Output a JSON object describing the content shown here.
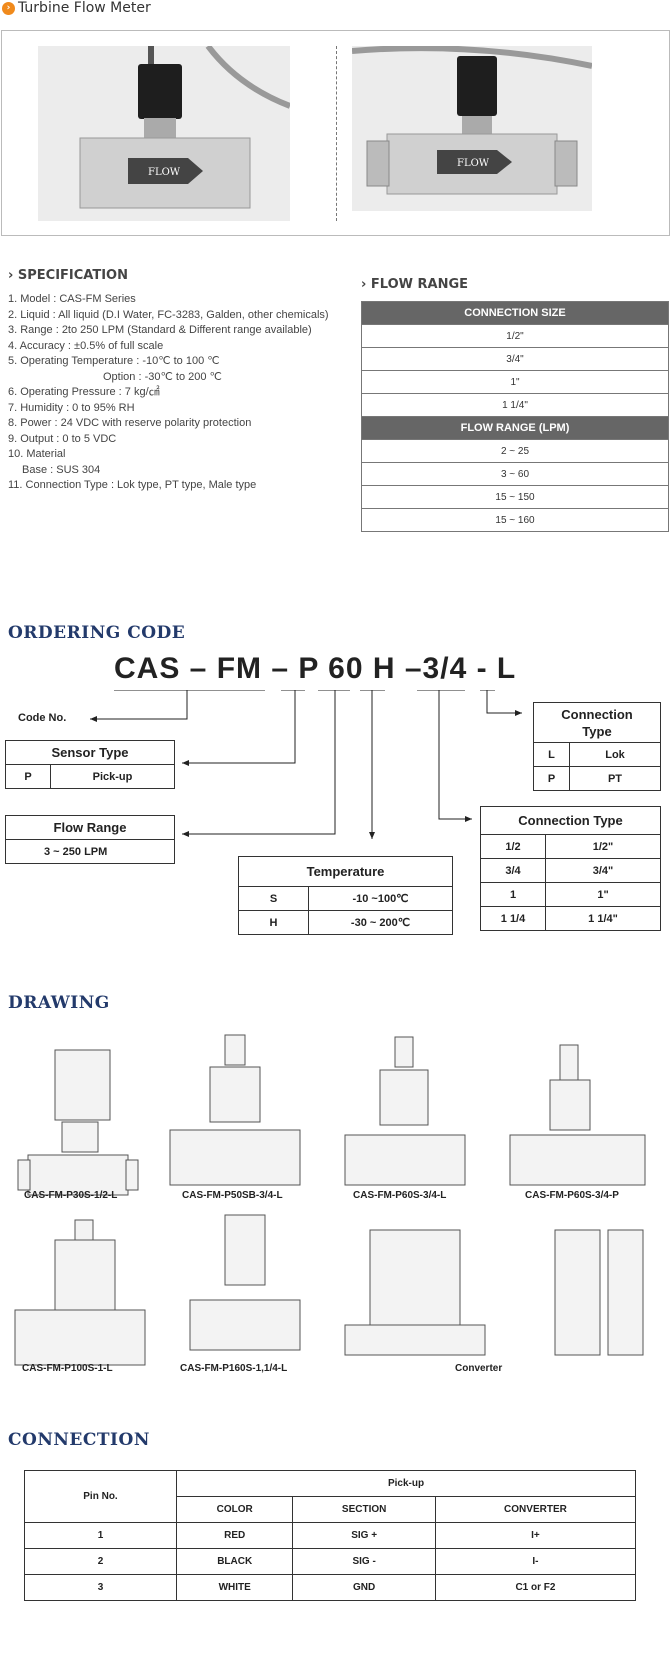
{
  "header": {
    "icon": "chevron-right-icon",
    "title": "Turbine Flow Meter"
  },
  "photos": {
    "label_left": "FLOW",
    "label_right": "FLOW"
  },
  "specification": {
    "title": "SPECIFICATION",
    "lines": [
      "1. Model : CAS-FM Series",
      "2. Liquid  : All liquid (D.I Water, FC-3283, Galden, other chemicals)",
      "3. Range : 2to 250 LPM (Standard & Different range available)",
      "4. Accuracy : ±0.5% of full scale",
      "5. Operating Temperature : -10℃ to 100 ℃",
      "Option : -30℃ to 200 ℃",
      "6. Operating Pressure : 7 kg/㎠",
      "7. Humidity : 0 to 95% RH",
      "8. Power : 24 VDC with reserve polarity protection",
      "9. Output : 0 to 5 VDC",
      "10. Material",
      "Base : SUS 304",
      "11. Connection Type : Lok type, PT type, Male type"
    ]
  },
  "flow_range": {
    "title": "FLOW RANGE",
    "connection_header": "CONNECTION SIZE",
    "connection_sizes": [
      "1/2\"",
      "3/4\"",
      "1\"",
      "1 1/4\""
    ],
    "range_header": "FLOW RANGE (LPM)",
    "ranges": [
      "2 ~ 25",
      "3 ~ 60",
      "15 ~ 150",
      "15 ~ 160"
    ]
  },
  "ordering": {
    "title": "ORDERING CODE",
    "code": "CAS – FM – P 60 H –3/4 - L",
    "code_no_label": "Code No.",
    "sensor_type": {
      "title": "Sensor Type",
      "rows": [
        [
          "P",
          "Pick-up"
        ]
      ]
    },
    "flow_range": {
      "title": "Flow Range",
      "value": "3 ~ 250 LPM"
    },
    "temperature": {
      "title": "Temperature",
      "rows": [
        [
          "S",
          "-10 ~100℃"
        ],
        [
          "H",
          "-30 ~ 200℃"
        ]
      ]
    },
    "connection": {
      "title": "Connection Type",
      "title_line1": "Connection",
      "title_line2": "Type",
      "rows": [
        [
          "L",
          "Lok"
        ],
        [
          "P",
          "PT"
        ]
      ]
    },
    "connection_type": {
      "title": "Connection Type",
      "rows": [
        [
          "1/2",
          "1/2\""
        ],
        [
          "3/4",
          "3/4\""
        ],
        [
          "1",
          "1\""
        ],
        [
          "1 1/4",
          "1 1/4\""
        ]
      ]
    }
  },
  "drawing": {
    "title": "DRAWING",
    "captions": [
      "CAS-FM-P30S-1/2-L",
      "CAS-FM-P50SB-3/4-L",
      "CAS-FM-P60S-3/4-L",
      "CAS-FM-P60S-3/4-P",
      "CAS-FM-P100S-1-L",
      "CAS-FM-P160S-1,1/4-L",
      "Converter"
    ]
  },
  "connection": {
    "title": "CONNECTION",
    "pin_header": "Pin No.",
    "group_header": "Pick-up",
    "columns": [
      "COLOR",
      "SECTION",
      "CONVERTER"
    ],
    "rows": [
      [
        "1",
        "RED",
        "SIG +",
        "I+"
      ],
      [
        "2",
        "BLACK",
        "SIG -",
        "I-"
      ],
      [
        "3",
        "WHITE",
        "GND",
        "C1 or F2"
      ]
    ]
  }
}
